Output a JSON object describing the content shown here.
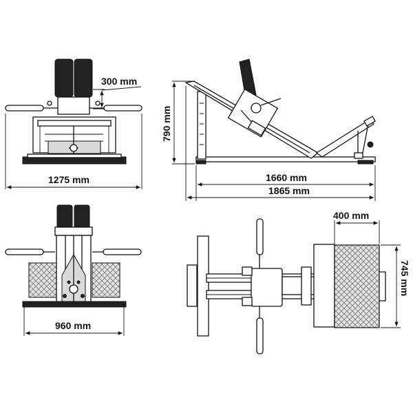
{
  "dimensions": {
    "front_width": "1275 mm",
    "seat_width": "300 mm",
    "height": "790 mm",
    "base_length": "1660 mm",
    "total_length": "1865 mm",
    "rear_width": "960 mm",
    "plate_length": "400 mm",
    "plate_width": "745 mm"
  },
  "colors": {
    "line": "#111111",
    "plate_fill": "#d9d9d9",
    "dark_fill": "#222222"
  }
}
